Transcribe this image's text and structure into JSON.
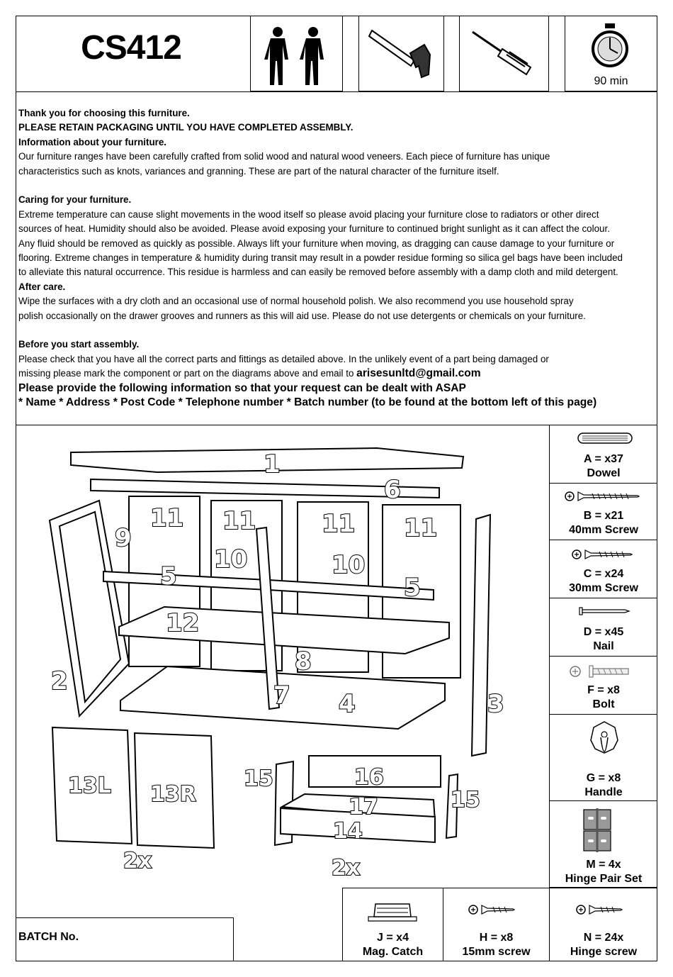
{
  "header": {
    "model": "CS412",
    "time_label": "90 min",
    "icons": [
      "two-people-icon",
      "hammer-icon",
      "screwdriver-icon",
      "stopwatch-icon"
    ]
  },
  "intro": {
    "thanks": "Thank you for choosing this furniture.",
    "retain": "PLEASE RETAIN PACKAGING UNTIL YOU HAVE COMPLETED ASSEMBLY.",
    "info_heading": "Information about your furniture.",
    "info_line1": "Our furniture ranges have been carefully crafted from solid wood and natural wood veneers. Each piece of furniture has unique",
    "info_line2": "characteristics such as knots, variances and granning. These are part of the natural character of the furniture itself."
  },
  "caring": {
    "heading": "Caring for your furniture.",
    "line1": "Extreme temperature can cause slight movements in the wood itself so please avoid placing your furniture close to radiators or other direct",
    "line2": "sources of heat. Humidity should also be avoided. Please avoid exposing your furniture to continued bright sunlight as it can affect the colour.",
    "line3": "Any fluid should be removed as quickly as possible. Always lift your furniture when moving, as dragging can cause  damage to your furniture or",
    "line4": "flooring. Extreme changes in temperature & humidity during transit may result in a powder residue forming so silica gel bags have been included",
    "line5": "to alleviate this natural occurrence. This residue is harmless and can easily be removed before assembly with a damp cloth and mild detergent."
  },
  "aftercare": {
    "heading": "After care.",
    "line1": "Wipe the surfaces with a dry cloth and an occasional use of normal household polish. We also recommend you use household spray",
    "line2": "polish occasionally on the drawer grooves and runners as this will aid use. Please do not use detergents or chemicals on your furniture."
  },
  "before": {
    "heading": "Before you start assembly.",
    "line1": "Please check that you have all the correct parts and fittings as detailed above. In the unlikely event of a part being damaged or",
    "line2": "missing please mark  the component or part on the diagrams above and email to",
    "email": "arisesunltd@gmail.com",
    "provide": "Please provide the following information so that your request can be dealt with ASAP",
    "fields": "* Name * Address * Post Code * Telephone number * Batch number (to be found at the bottom left of this page)"
  },
  "diagram_labels": {
    "p1": "1",
    "p2": "2",
    "p3": "3",
    "p4": "4",
    "p5a": "5",
    "p5b": "5",
    "p6": "6",
    "p7": "7",
    "p8": "8",
    "p9": "9",
    "p10a": "10",
    "p10b": "10",
    "p11a": "11",
    "p11b": "11",
    "p11c": "11",
    "p11d": "11",
    "p12": "12",
    "p13l": "13L",
    "p13r": "13R",
    "p14": "14",
    "p15a": "15",
    "p15b": "15",
    "p16": "16",
    "p17": "17",
    "qty_doors": "2x",
    "qty_drawers": "2x"
  },
  "fittings": [
    {
      "icon": "dowel-icon",
      "qty": "A = x37",
      "name": "Dowel"
    },
    {
      "icon": "screw-40mm-icon",
      "qty": "B = x21",
      "name": "40mm Screw"
    },
    {
      "icon": "screw-30mm-icon",
      "qty": "C = x24",
      "name": "30mm Screw"
    },
    {
      "icon": "nail-icon",
      "qty": "D = x45",
      "name": "Nail"
    },
    {
      "icon": "bolt-icon",
      "qty": "F = x8",
      "name": "Bolt"
    },
    {
      "icon": "handle-icon",
      "qty": "G = x8",
      "name": "Handle"
    },
    {
      "icon": "hinge-icon",
      "qty": "M = 4x",
      "name": "Hinge Pair Set"
    }
  ],
  "bottom_fittings": [
    {
      "icon": "magnetic-catch-icon",
      "qty": "J = x4",
      "name": "Mag. Catch"
    },
    {
      "icon": "screw-15mm-icon",
      "qty": "H = x8",
      "name": "15mm screw"
    },
    {
      "icon": "hinge-screw-icon",
      "qty": "N = 24x",
      "name": "Hinge screw"
    }
  ],
  "batch": {
    "label": "BATCH No."
  }
}
